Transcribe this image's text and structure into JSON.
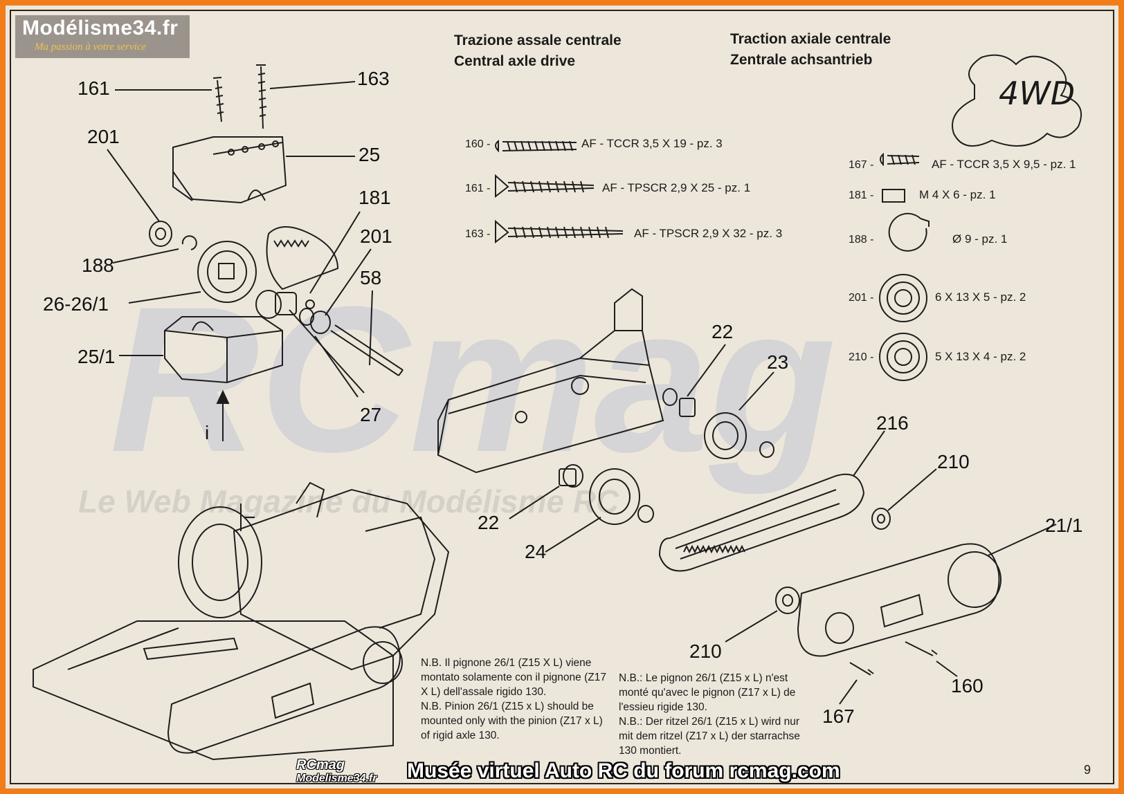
{
  "brand": {
    "title": "Modélisme34.fr",
    "subtitle": "Ma passion à votre service"
  },
  "headings": {
    "left": [
      "Trazione assale centrale",
      "Central axle drive"
    ],
    "right": [
      "Traction axiale centrale",
      "Zentrale achsantrieb"
    ]
  },
  "logo_4wd": "4WD",
  "watermark": {
    "big": "RCmag",
    "line": "Le Web Magazine du Modélisme RC"
  },
  "hardware_left": [
    {
      "code": "160 -",
      "desc": "AF - TCCR 3,5 X 19 - pz. 3"
    },
    {
      "code": "161 -",
      "desc": "AF - TPSCR 2,9 X 25 - pz. 1"
    },
    {
      "code": "163 -",
      "desc": "AF - TPSCR 2,9 X 32 - pz. 3"
    }
  ],
  "hardware_right": [
    {
      "code": "167 -",
      "desc": "AF - TCCR 3,5 X 9,5 - pz. 1"
    },
    {
      "code": "181 -",
      "desc": "M 4 X 6 - pz. 1"
    },
    {
      "code": "188 -",
      "desc": "Ø 9 - pz. 1"
    },
    {
      "code": "201 -",
      "desc": "6 X 13 X 5 - pz. 2"
    },
    {
      "code": "210 -",
      "desc": "5 X 13 X 4 - pz. 2"
    }
  ],
  "callouts": {
    "c161": "161",
    "c163": "163",
    "c201a": "201",
    "c25": "25",
    "c181": "181",
    "c201b": "201",
    "c188": "188",
    "c58": "58",
    "c2626": "26-26/1",
    "c251": "25/1",
    "c27": "27",
    "ci": "i",
    "c22a": "22",
    "c23": "23",
    "c216": "216",
    "c210a": "210",
    "c22b": "22",
    "c24": "24",
    "c211": "21/1",
    "c210b": "210",
    "c160": "160",
    "c167": "167"
  },
  "notes": {
    "left": [
      "N.B. Il pignone 26/1 (Z15 X L) viene montato solamente con il pignone (Z17 X L) dell'assale rigido 130.",
      "N.B. Pinion 26/1 (Z15 x L) should be mounted only with the pinion  (Z17 x L) of rigid axle 130."
    ],
    "right": [
      "N.B.: Le pignon  26/1 (Z15 x L) n'est monté qu'avec le pignon (Z17 x L) de l'essieu rigide 130.",
      "N.B.: Der ritzel 26/1 (Z15 x L) wird nur mit dem ritzel (Z17 x L) der starrachse 130 montiert."
    ]
  },
  "footer": {
    "rcmag": "RCmag",
    "site": "Modelisme34.fr",
    "text": "Musée virtuel Auto RC du forum rcmag.com",
    "page": "9"
  }
}
